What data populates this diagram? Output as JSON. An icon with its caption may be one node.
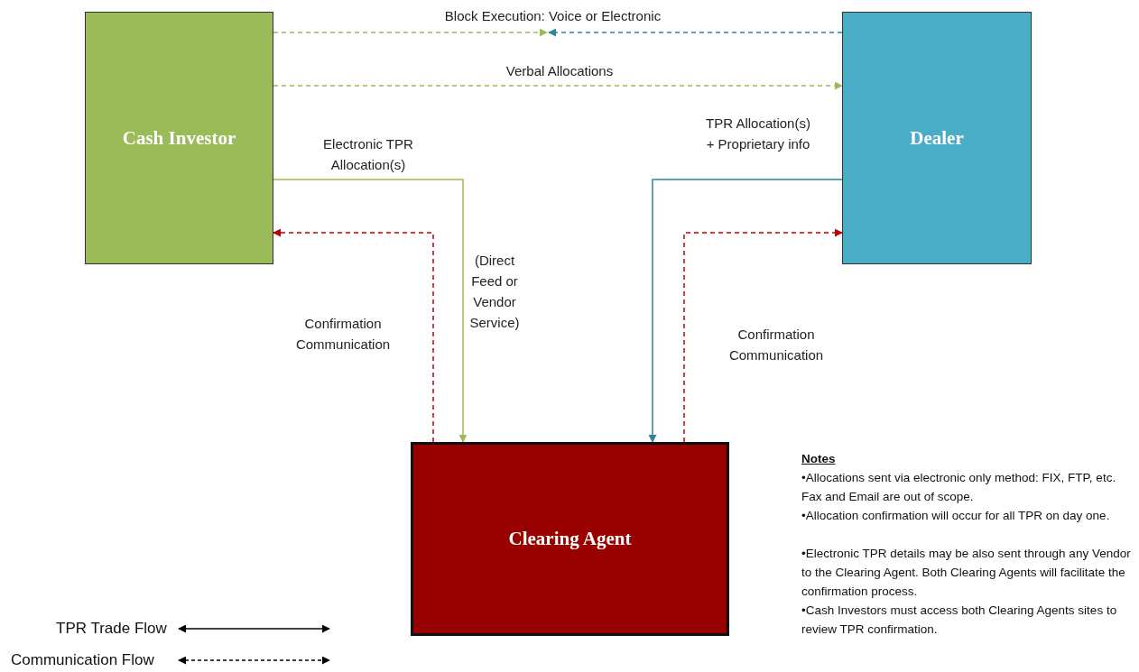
{
  "diagram": {
    "nodes": [
      {
        "text": [
          "Cash Investor"
        ]
      },
      {
        "text": [
          "Dealer"
        ]
      },
      {
        "text": [
          "Clearing Agent"
        ]
      }
    ],
    "edges": [
      {
        "from": 0,
        "to": null,
        "arrow": "to",
        "label": "Block Execution: Voice or Electronic",
        "style": "dashed",
        "color": "#9bbb59"
      },
      {
        "from": 1,
        "to": null,
        "arrow": "to",
        "style": "dashed",
        "color": "#31849b"
      },
      {
        "from": 0,
        "to": 1,
        "arrow": "to",
        "label": "Verbal Allocations",
        "style": "dashed",
        "color": "#9bbb59"
      },
      {
        "from": 0,
        "to": 2,
        "arrow": "to",
        "label": "Electronic TPR Allocation(s)",
        "color": "#9bbb59"
      },
      {
        "from": 1,
        "to": 2,
        "arrow": "to",
        "label": "TPR Allocation(s) + Proprietary info",
        "color": "#31849b"
      },
      {
        "from": 2,
        "to": 0,
        "arrow": "to",
        "label": "Confirmation Communication",
        "style": "dashed",
        "color": "#c00000"
      },
      {
        "from": 2,
        "to": 1,
        "arrow": "to",
        "label": "Confirmation Communication",
        "style": "dashed",
        "color": "#c00000"
      }
    ],
    "labels": [
      "(Direct Feed or Vendor Service)",
      "Notes",
      "•Allocations sent via electronic only method: FIX, FTP, etc. Fax and Email are out of scope.",
      "•Allocation confirmation will occur for all TPR on day one.",
      "•Electronic TPR details may be also sent through any Vendor to the Clearing Agent. Both Clearing Agents will facilitate the confirmation process.",
      "•Cash Investors must access both Clearing Agents sites to review TPR confirmation."
    ],
    "legend": [
      {
        "text": "TPR Trade Flow"
      },
      {
        "text": "Communication Flow"
      }
    ]
  }
}
